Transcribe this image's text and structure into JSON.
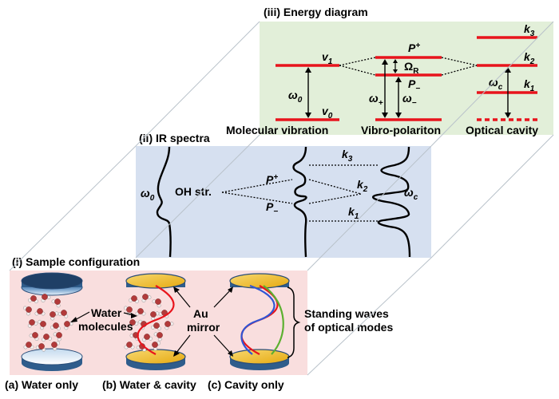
{
  "panel_iii": {
    "title": "(iii) Energy diagram",
    "columns": [
      "Molecular vibration",
      "Vibro-polariton",
      "Optical cavity"
    ],
    "levels": {
      "v1_base": "v",
      "v1_sub": "1",
      "v0_base": "v",
      "v0_sub": "0",
      "w0_base": "ω",
      "w0_sub": "0",
      "pplus_base": "P",
      "pplus_sub": "+",
      "pminus_base": "P",
      "pminus_sub": "−",
      "omegaR_base": "Ω",
      "omegaR_sub": "R",
      "wplus_base": "ω",
      "wplus_sub": "+",
      "wminus_base": "ω",
      "wminus_sub": "−",
      "wc_base": "ω",
      "wc_sub": "c",
      "k3_base": "k",
      "k3_sub": "3",
      "k2_base": "k",
      "k2_sub": "2",
      "k1_base": "k",
      "k1_sub": "1"
    }
  },
  "panel_ii": {
    "title": "(ii) IR spectra",
    "oh_label": "OH str.",
    "w0_base": "ω",
    "w0_sub": "0",
    "pplus_base": "P",
    "pplus_sub": "+",
    "pminus_base": "P",
    "pminus_sub": "−",
    "k3_base": "k",
    "k3_sub": "3",
    "k2_base": "k",
    "k2_sub": "2",
    "k1_base": "k",
    "k1_sub": "1",
    "wc_base": "ω",
    "wc_sub": "c"
  },
  "panel_i": {
    "title": "(i) Sample configuration",
    "water_line1": "Water",
    "water_line2": "molecules",
    "au_line1": "Au",
    "au_line2": "mirror",
    "sw_line1": "Standing waves",
    "sw_line2": "of optical modes",
    "captions": [
      "(a) Water only",
      "(b) Water & cavity",
      "(c) Cavity only"
    ]
  },
  "colors": {
    "panel_iii_bg": "#e2efd9",
    "panel_ii_bg": "#d6e0f0",
    "panel_i_bg": "#f9dede",
    "energy_level": "#e8141c",
    "gold": "#f2c028",
    "mirror_edge": "#3b6ea5",
    "wave_red": "#e8141c",
    "wave_blue": "#2f55d4",
    "wave_green": "#5cb030"
  }
}
